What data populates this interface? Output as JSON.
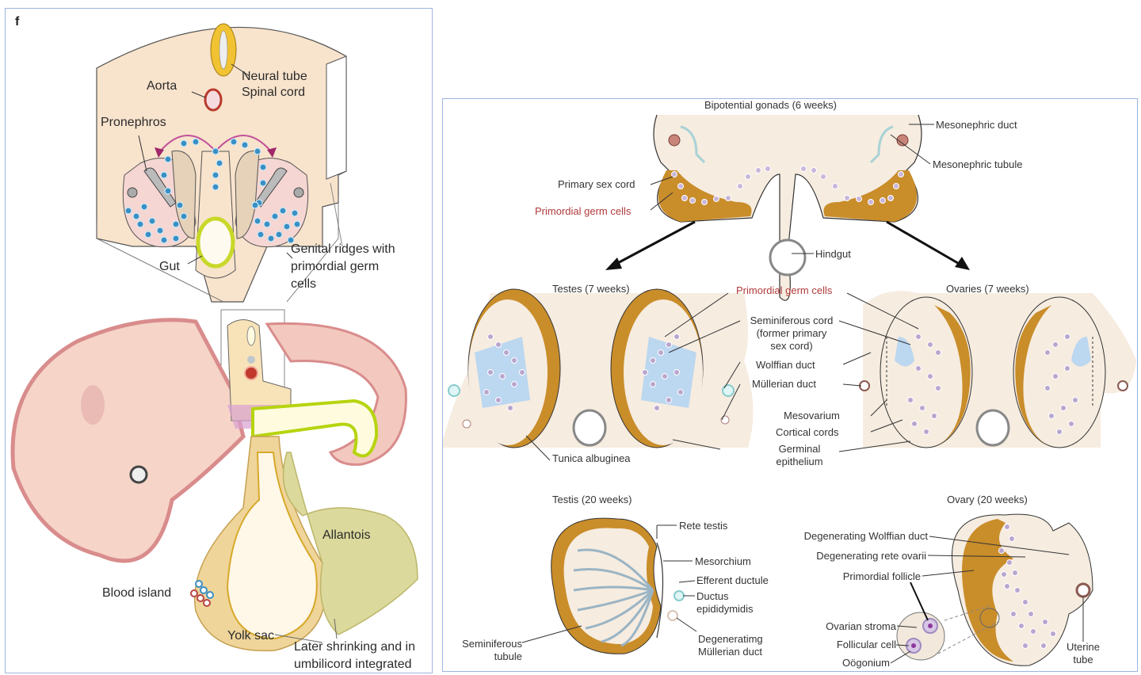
{
  "panel_letter": "f",
  "left_panel": {
    "labels": {
      "aorta": "Aorta",
      "neural_tube": "Neural tube",
      "spinal_cord": "Spinal cord",
      "pronephros": "Pronephros",
      "gut": "Gut",
      "genital_ridges_1": "Genital ridges with",
      "genital_ridges_2": "primordial germ",
      "genital_ridges_3": "cells",
      "allantois": "Allantois",
      "blood_island": "Blood island",
      "yolk_sac": "Yolk sac",
      "later_1": "Later shrinking and in",
      "later_2": "umbilicord integrated"
    }
  },
  "right_panel": {
    "stage_titles": {
      "bipotential": "Bipotential gonads (6 weeks)",
      "testes7": "Testes (7 weeks)",
      "ovaries7": "Ovaries (7 weeks)",
      "testis20": "Testis (20 weeks)",
      "ovary20": "Ovary (20 weeks)"
    },
    "bipotential_labels": {
      "mesonephric_duct": "Mesonephric duct",
      "mesonephric_tubule": "Mesonephric tubule",
      "primary_sex_cord": "Primary sex cord",
      "primordial_germ_cells": "Primordial germ cells",
      "hindgut": "Hindgut"
    },
    "week7_labels": {
      "primordial_germ_cells": "Primordial germ cells",
      "seminiferous_cord_1": "Seminiferous cord",
      "seminiferous_cord_2": "(former primary",
      "seminiferous_cord_3": "sex cord)",
      "wolffian_duct": "Wolffian duct",
      "mullerian_duct": "Müllerian duct",
      "mesovarium": "Mesovarium",
      "cortical_cords": "Cortical cords",
      "germinal_1": "Germinal",
      "germinal_2": "epithelium",
      "tunica_albuginea": "Tunica albuginea"
    },
    "testis20_labels": {
      "rete_testis": "Rete testis",
      "mesorchium": "Mesorchium",
      "efferent_ductule": "Efferent ductule",
      "ductus_1": "Ductus",
      "ductus_2": "epididymidis",
      "degen_mullerian_1": "Degeneratimg",
      "degen_mullerian_2": "Müllerian duct",
      "seminiferous_tubule_1": "Seminiferous",
      "seminiferous_tubule_2": "tubule"
    },
    "ovary20_labels": {
      "degen_wolffian": "Degenerating Wolffian duct",
      "degen_rete": "Degenerating rete ovarii",
      "primordial_follicle": "Primordial follicle",
      "ovarian_stroma": "Ovarian stroma",
      "follicular_cell": "Follicular cell",
      "oogonium": "Oögonium",
      "uterine_1": "Uterine",
      "uterine_2": "tube"
    }
  },
  "colors": {
    "tissue": "#f7e6d2",
    "cortex_gold": "#c98d2a",
    "cord_blue": "#bcd7f0",
    "germ_cell": "#b9a6cf",
    "embryo_pink": "#f3c9bf",
    "embryo_edge": "#d98c8c",
    "yolk": "#ead28a",
    "allantois": "#d9d79a",
    "gut_green": "#d7e23a",
    "neural_yellow": "#f1c232",
    "aorta_red": "#b83a2c",
    "pgc_blue": "#3a8fc4",
    "arrow_magenta": "#a0286a",
    "label_red": "#b03a3a",
    "panel_border": "#9fb3e0"
  }
}
